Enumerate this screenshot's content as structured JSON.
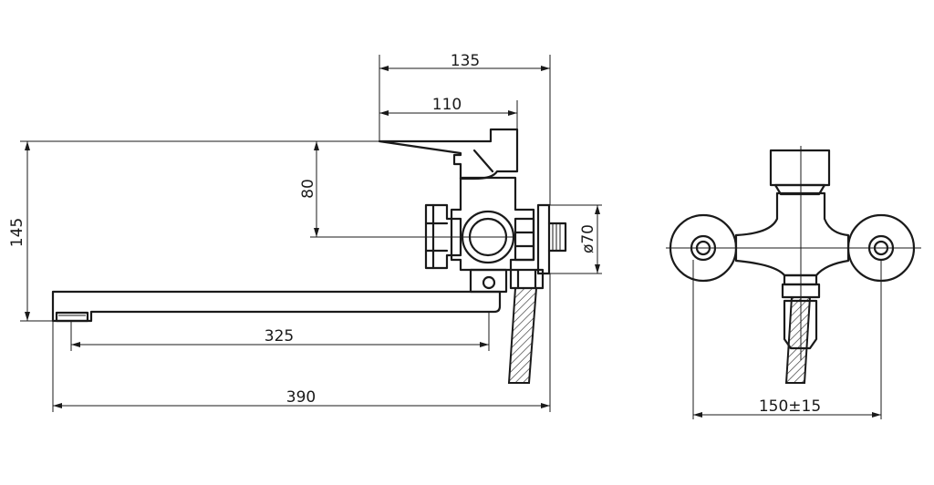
{
  "drawing": {
    "dims": {
      "d135": "135",
      "d110": "110",
      "d80": "80",
      "d145": "145",
      "d70": "ø70",
      "d325": "325",
      "d390": "390",
      "d150": "150±15"
    }
  }
}
